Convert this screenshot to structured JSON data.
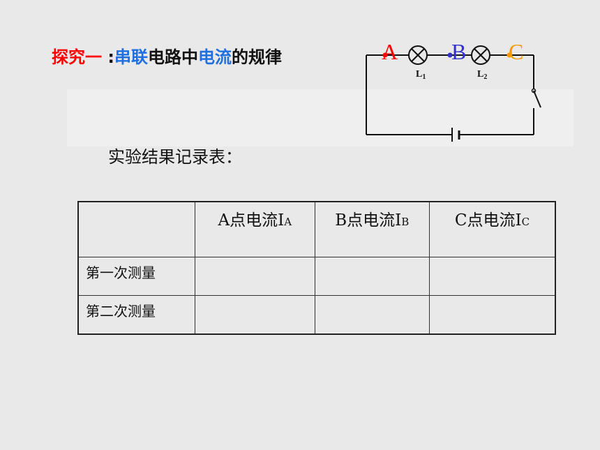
{
  "title": {
    "part1": "探究一",
    "part2": " :",
    "part3": "串联",
    "part4": "电路中",
    "part5": "电流",
    "part6": "的规律"
  },
  "colors": {
    "red": "#ff0000",
    "blue": "#1f6fe0",
    "black": "#111111",
    "point_b": "#3333cc",
    "point_c": "#f59a00"
  },
  "circuit": {
    "point_a": "A",
    "point_b": "B",
    "point_c": "C",
    "lamp1_label": "L",
    "lamp1_sub": "1",
    "lamp2_label": "L",
    "lamp2_sub": "2"
  },
  "caption": "实验结果记录表：",
  "table": {
    "headers": [
      {
        "main": "",
        "sub": ""
      },
      {
        "main": "A点电流I",
        "sub": "A"
      },
      {
        "main": "B点电流I",
        "sub": "B"
      },
      {
        "main": "C点电流I",
        "sub": "C"
      }
    ],
    "rows": [
      {
        "label": "第一次测量",
        "cells": [
          "",
          "",
          ""
        ]
      },
      {
        "label": "第二次测量",
        "cells": [
          "",
          "",
          ""
        ]
      }
    ]
  }
}
